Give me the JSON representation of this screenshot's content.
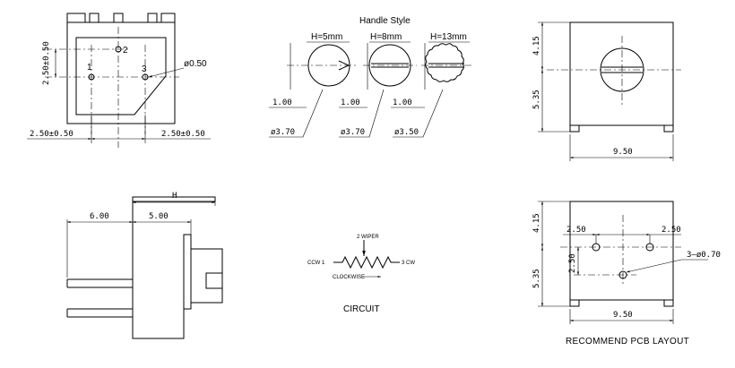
{
  "top_view": {
    "pin1": "1",
    "pin2": "2",
    "pin3": "3",
    "dim_vertical": "2.50±0.50",
    "dim_left": "2.50±0.50",
    "dim_right": "2.50±0.50",
    "hole_diameter": "ø0.50"
  },
  "handle_style": {
    "title": "Handle Style",
    "variants": [
      {
        "height": "H=5mm",
        "offset": "1.00",
        "diameter": "ø3.70"
      },
      {
        "height": "H=8mm",
        "offset": "1.00",
        "diameter": "ø3.70"
      },
      {
        "height": "H=13mm",
        "offset": "1.00",
        "diameter": "ø3.50"
      }
    ]
  },
  "front_view": {
    "dim_top": "4.15",
    "dim_bottom": "5.35",
    "dim_width": "9.50"
  },
  "side_view": {
    "dim_h": "H",
    "dim_left": "6.00",
    "dim_right": "5.00"
  },
  "circuit": {
    "wiper": "2  WIPER",
    "ccw": "CCW  1",
    "cw": "3  CW",
    "clockwise": "CLOCKWISE",
    "caption": "CIRCUIT"
  },
  "pcb_layout": {
    "dim_top": "4.15",
    "dim_bottom": "5.35",
    "dim_left_pitch": "2.50",
    "dim_right_pitch": "2.50",
    "dim_vertical_pitch": "2.50",
    "holes": "3—ø0.70",
    "dim_width": "9.50",
    "caption": "RECOMMEND PCB LAYOUT"
  }
}
